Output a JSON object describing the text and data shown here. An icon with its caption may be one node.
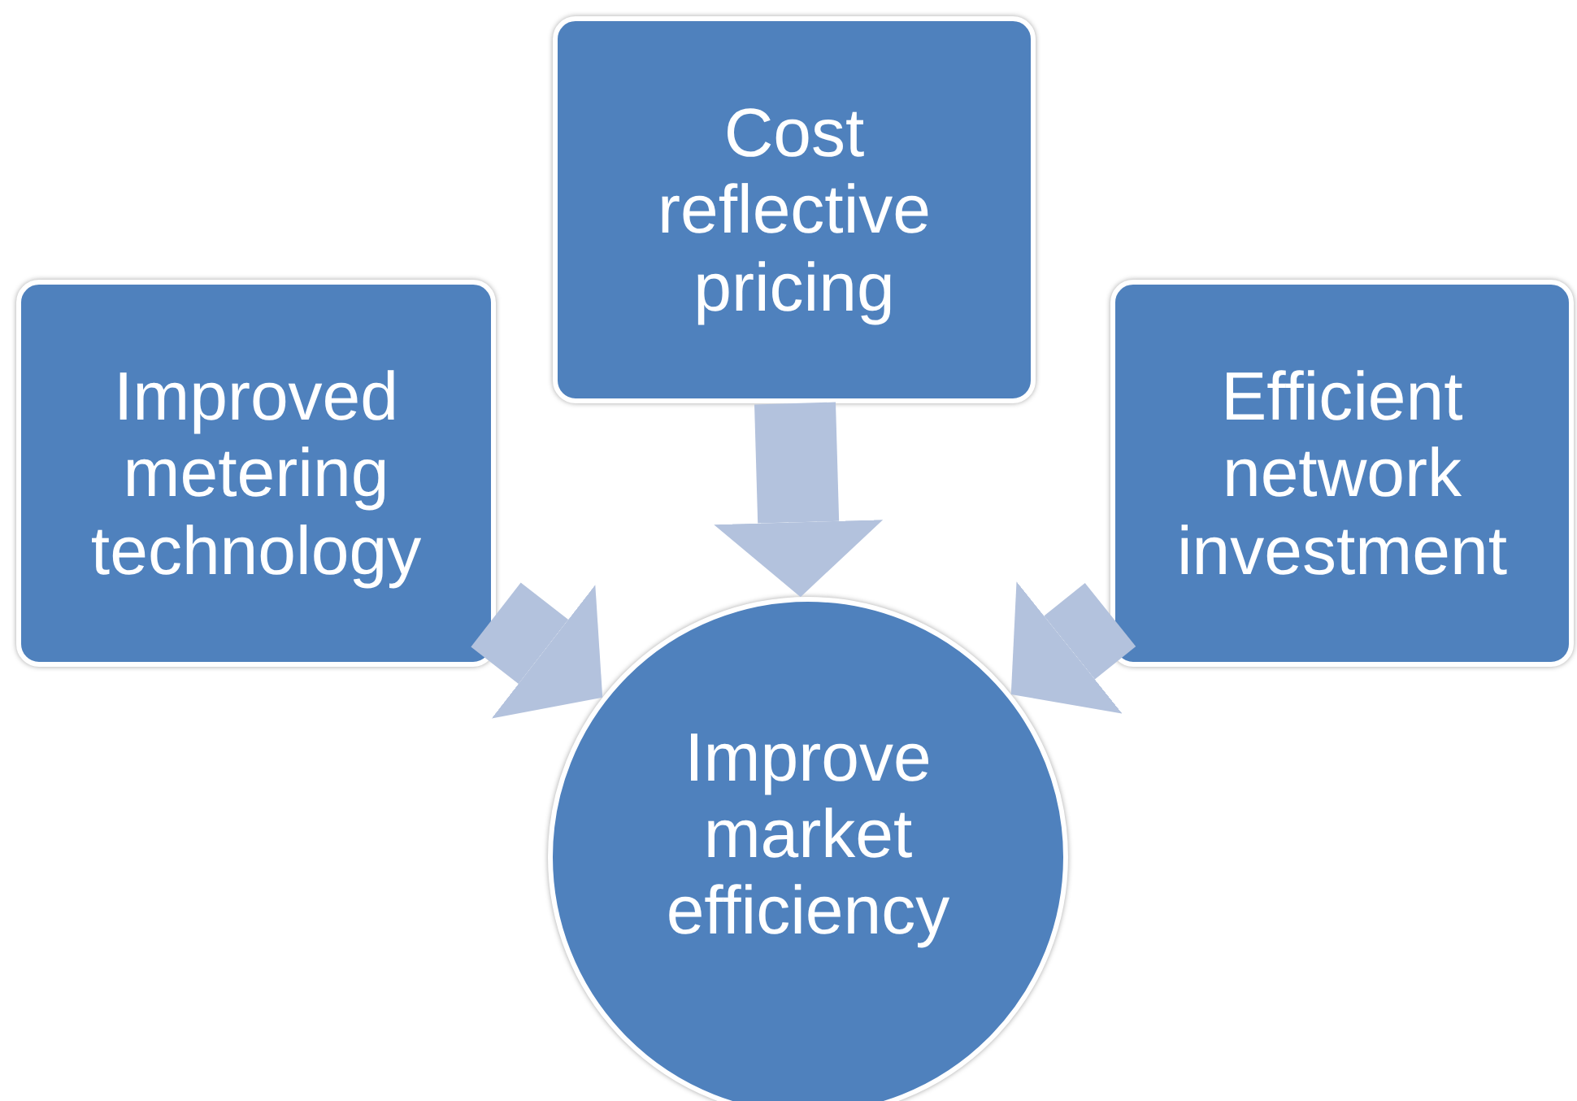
{
  "diagram": {
    "nodes": [
      {
        "text": [
          "Improved metering technology"
        ]
      },
      {
        "text": [
          "Cost reflective pricing"
        ]
      },
      {
        "text": [
          "Efficient network investment"
        ]
      },
      {
        "text": [
          "Improve market efficiency"
        ]
      }
    ],
    "edges": [
      {
        "from": 0,
        "to": 3,
        "arrow": "to"
      },
      {
        "from": 1,
        "to": 3,
        "arrow": "to"
      },
      {
        "from": 2,
        "to": 3,
        "arrow": "to"
      }
    ]
  }
}
